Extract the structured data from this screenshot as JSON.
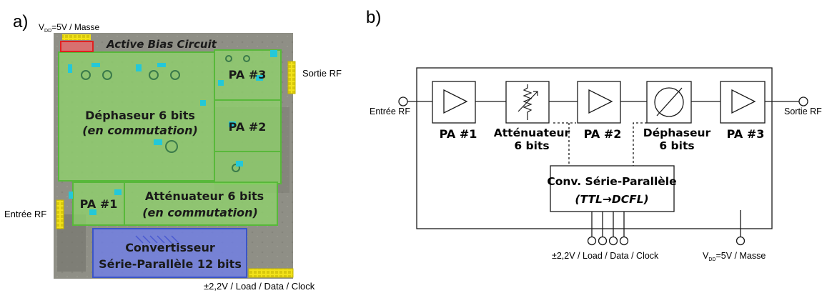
{
  "panel_a": {
    "label": "a)",
    "vdd_top": {
      "v": "V",
      "sub": "DD",
      "rest": "=5V / Masse"
    },
    "active_bias": "Active Bias Circuit",
    "pa3": "PA #3",
    "pa2": "PA #2",
    "pa1": "PA #1",
    "dephaseur": {
      "line1": "Déphaseur 6 bits",
      "line2": "(en commutation)"
    },
    "attenuateur": {
      "line1": "Atténuateur 6 bits",
      "line2": "(en commutation)"
    },
    "convertisseur": {
      "line1": "Convertisseur",
      "line2": "Série-Parallèle 12 bits"
    },
    "sortie_rf": "Sortie RF",
    "entree_rf": "Entrée RF",
    "bottom_pins": "±2,2V / Load / Data / Clock",
    "colors": {
      "chip_bg": "#8f8f86",
      "green_fill": "#8fd86a",
      "green_stroke": "#58b83a",
      "blue_fill": "#6f7ee8",
      "blue_stroke": "#3b55c8",
      "pad_yellow": "#f2e21a",
      "red": "#e02020"
    }
  },
  "panel_b": {
    "label": "b)",
    "entree_rf": "Entrée RF",
    "sortie_rf": "Sortie RF",
    "blocks": [
      {
        "id": "pa1",
        "icon": "amplifier-icon",
        "label": [
          "PA #1"
        ]
      },
      {
        "id": "att",
        "icon": "attenuator-icon",
        "label": [
          "Atténuateur",
          "6 bits"
        ]
      },
      {
        "id": "pa2",
        "icon": "amplifier-icon",
        "label": [
          "PA #2"
        ]
      },
      {
        "id": "phase",
        "icon": "phase-shifter-icon",
        "label": [
          "Déphaseur",
          "6 bits"
        ]
      },
      {
        "id": "pa3",
        "icon": "amplifier-icon",
        "label": [
          "PA #3"
        ]
      }
    ],
    "converter": {
      "line1": "Conv. Série-Parallèle",
      "line2": "(TTL→DCFL)"
    },
    "pins_label": "±2,2V / Load / Data / Clock",
    "vdd": {
      "v": "V",
      "sub": "DD",
      "rest": "=5V / Masse"
    }
  }
}
